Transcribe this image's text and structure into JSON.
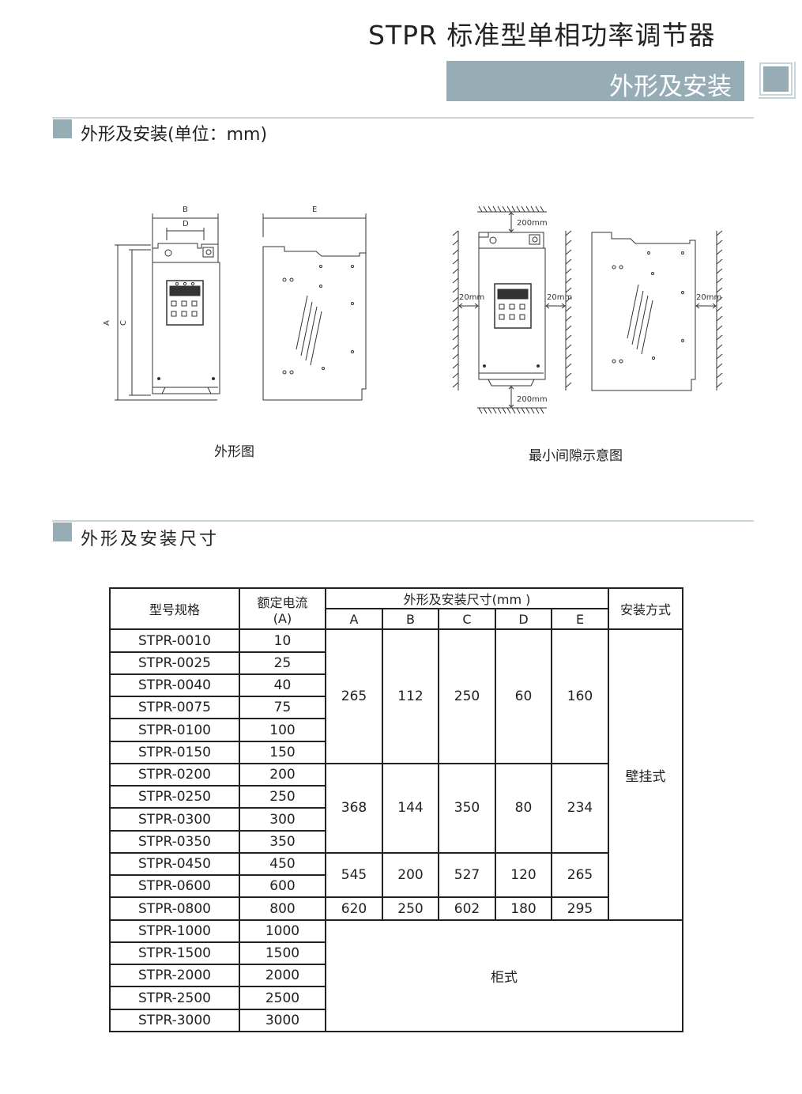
{
  "header": {
    "title": "STPR 标准型单相功率调节器",
    "banner": "外形及安装"
  },
  "section1": {
    "title": "外形及安装(单位：mm)",
    "left_caption": "外形图",
    "right_caption": "最小间隙示意图",
    "dim_labels": {
      "a": "A",
      "b": "B",
      "c": "C",
      "d": "D",
      "e": "E"
    },
    "clearance_top": "200mm",
    "clearance_bottom": "200mm",
    "clearance_side": "20mm"
  },
  "section2": {
    "title": "外形及安装尺寸"
  },
  "table": {
    "h_model": "型号规格",
    "h_current": "额定电流",
    "h_current_unit": "(A)",
    "h_dims": "外形及安装尺寸(mm )",
    "h_install": "安装方式",
    "h_cols": [
      "A",
      "B",
      "C",
      "D",
      "E"
    ],
    "rows": [
      {
        "model": "STPR-0010",
        "current": "10"
      },
      {
        "model": "STPR-0025",
        "current": "25"
      },
      {
        "model": "STPR-0040",
        "current": "40"
      },
      {
        "model": "STPR-0075",
        "current": "75"
      },
      {
        "model": "STPR-0100",
        "current": "100"
      },
      {
        "model": "STPR-0150",
        "current": "150"
      },
      {
        "model": "STPR-0200",
        "current": "200"
      },
      {
        "model": "STPR-0250",
        "current": "250"
      },
      {
        "model": "STPR-0300",
        "current": "300"
      },
      {
        "model": "STPR-0350",
        "current": "350"
      },
      {
        "model": "STPR-0450",
        "current": "450"
      },
      {
        "model": "STPR-0600",
        "current": "600"
      },
      {
        "model": "STPR-0800",
        "current": "800"
      },
      {
        "model": "STPR-1000",
        "current": "1000"
      },
      {
        "model": "STPR-1500",
        "current": "1500"
      },
      {
        "model": "STPR-2000",
        "current": "2000"
      },
      {
        "model": "STPR-2500",
        "current": "2500"
      },
      {
        "model": "STPR-3000",
        "current": "3000"
      }
    ],
    "dim_groups": [
      [
        "265",
        "112",
        "250",
        "60",
        "160"
      ],
      [
        "368",
        "144",
        "350",
        "80",
        "234"
      ],
      [
        "545",
        "200",
        "527",
        "120",
        "265"
      ],
      [
        "620",
        "250",
        "602",
        "180",
        "295"
      ]
    ],
    "wall_mount": "壁挂式",
    "cabinet": "柜式"
  }
}
